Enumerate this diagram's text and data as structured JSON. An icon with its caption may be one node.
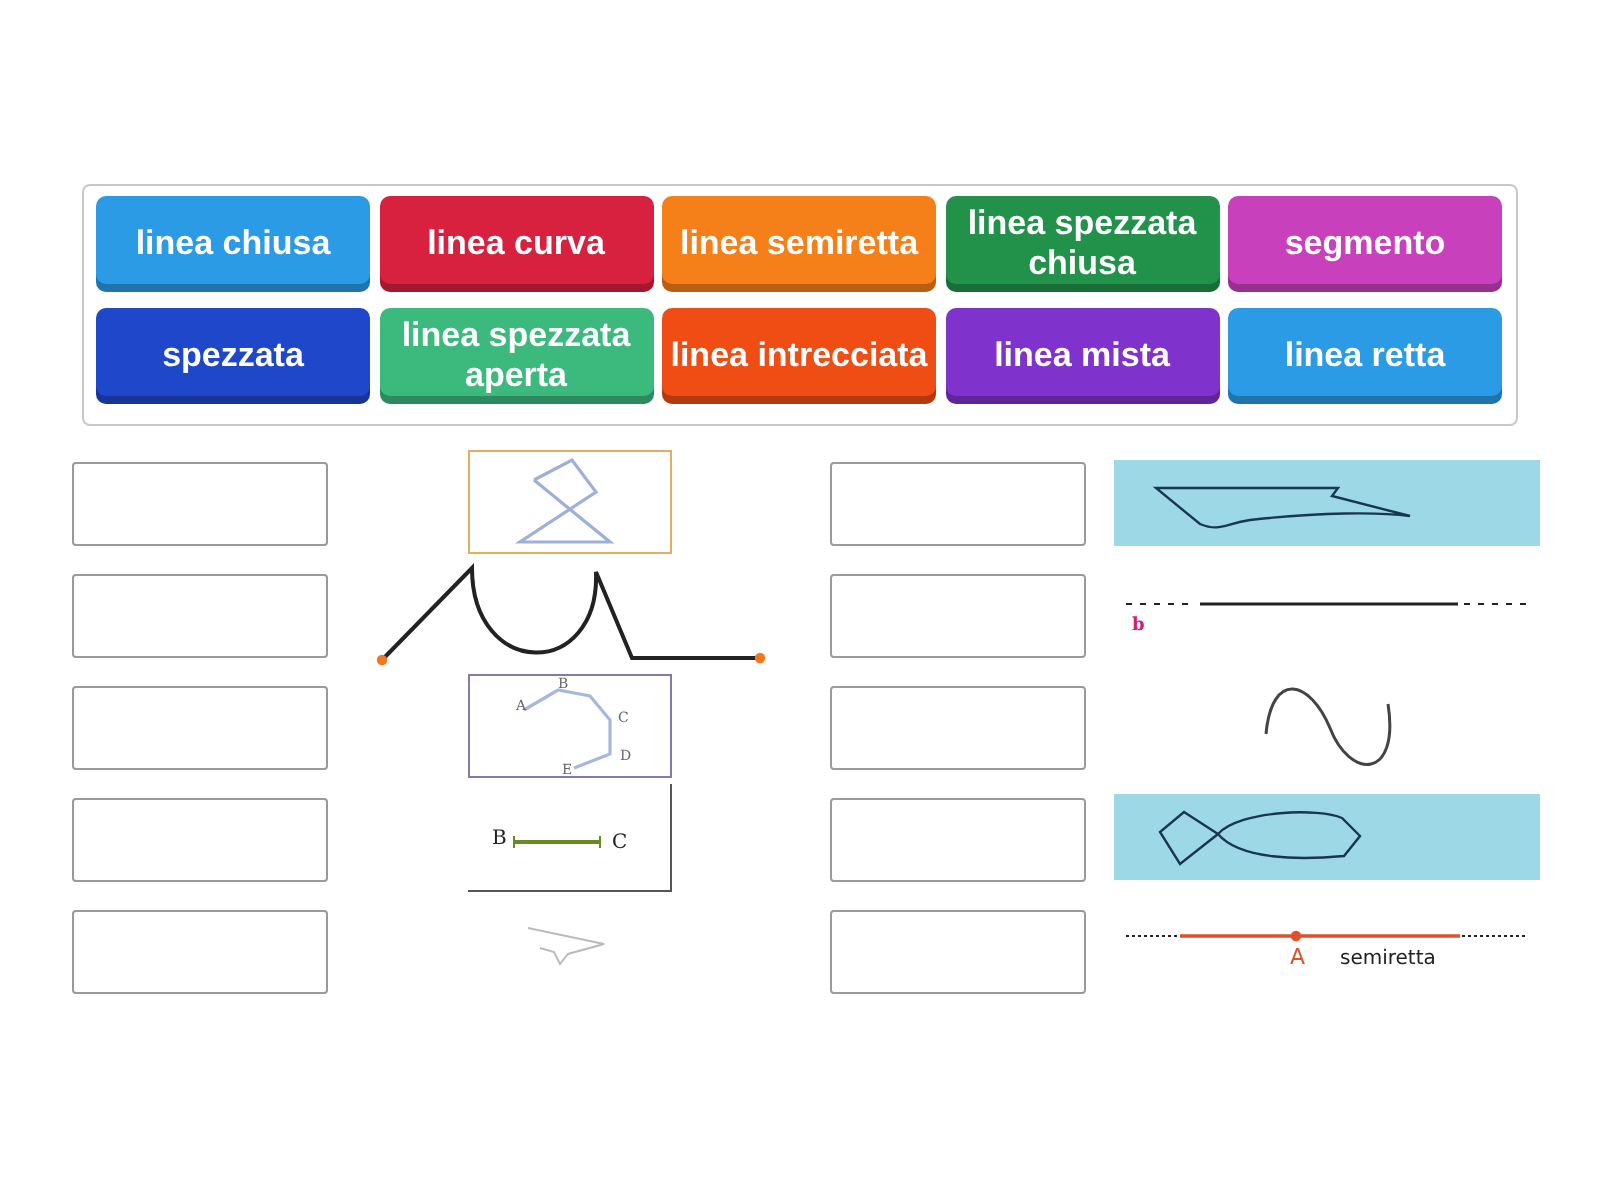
{
  "diagram": {
    "nodes": [
      {
        "text": [
          "linea chiusa"
        ]
      },
      {
        "text": [
          "linea curva"
        ]
      },
      {
        "text": [
          "linea semiretta"
        ]
      },
      {
        "text": [
          "linea spezzata chiusa"
        ]
      },
      {
        "text": [
          "segmento"
        ]
      },
      {
        "text": [
          "spezzata"
        ]
      },
      {
        "text": [
          "linea spezzata aperta"
        ]
      },
      {
        "text": [
          "linea intrecciata"
        ]
      },
      {
        "text": [
          "linea mista"
        ]
      },
      {
        "text": [
          "linea retta"
        ]
      },
      {
        "text": [],
        "shape": "box"
      },
      {
        "text": [],
        "shape": "box"
      },
      {
        "text": [],
        "shape": "box"
      },
      {
        "text": [],
        "shape": "box"
      },
      {
        "text": [],
        "shape": "box"
      },
      {
        "text": [],
        "shape": "box"
      },
      {
        "text": [],
        "shape": "box"
      },
      {
        "text": [],
        "shape": "box"
      },
      {
        "text": [],
        "shape": "box"
      },
      {
        "text": [],
        "shape": "box"
      }
    ],
    "edges": [],
    "labels": [
      "A",
      "B",
      "C",
      "D",
      "E",
      "B",
      "C",
      "b",
      "A",
      "semiretta"
    ]
  }
}
